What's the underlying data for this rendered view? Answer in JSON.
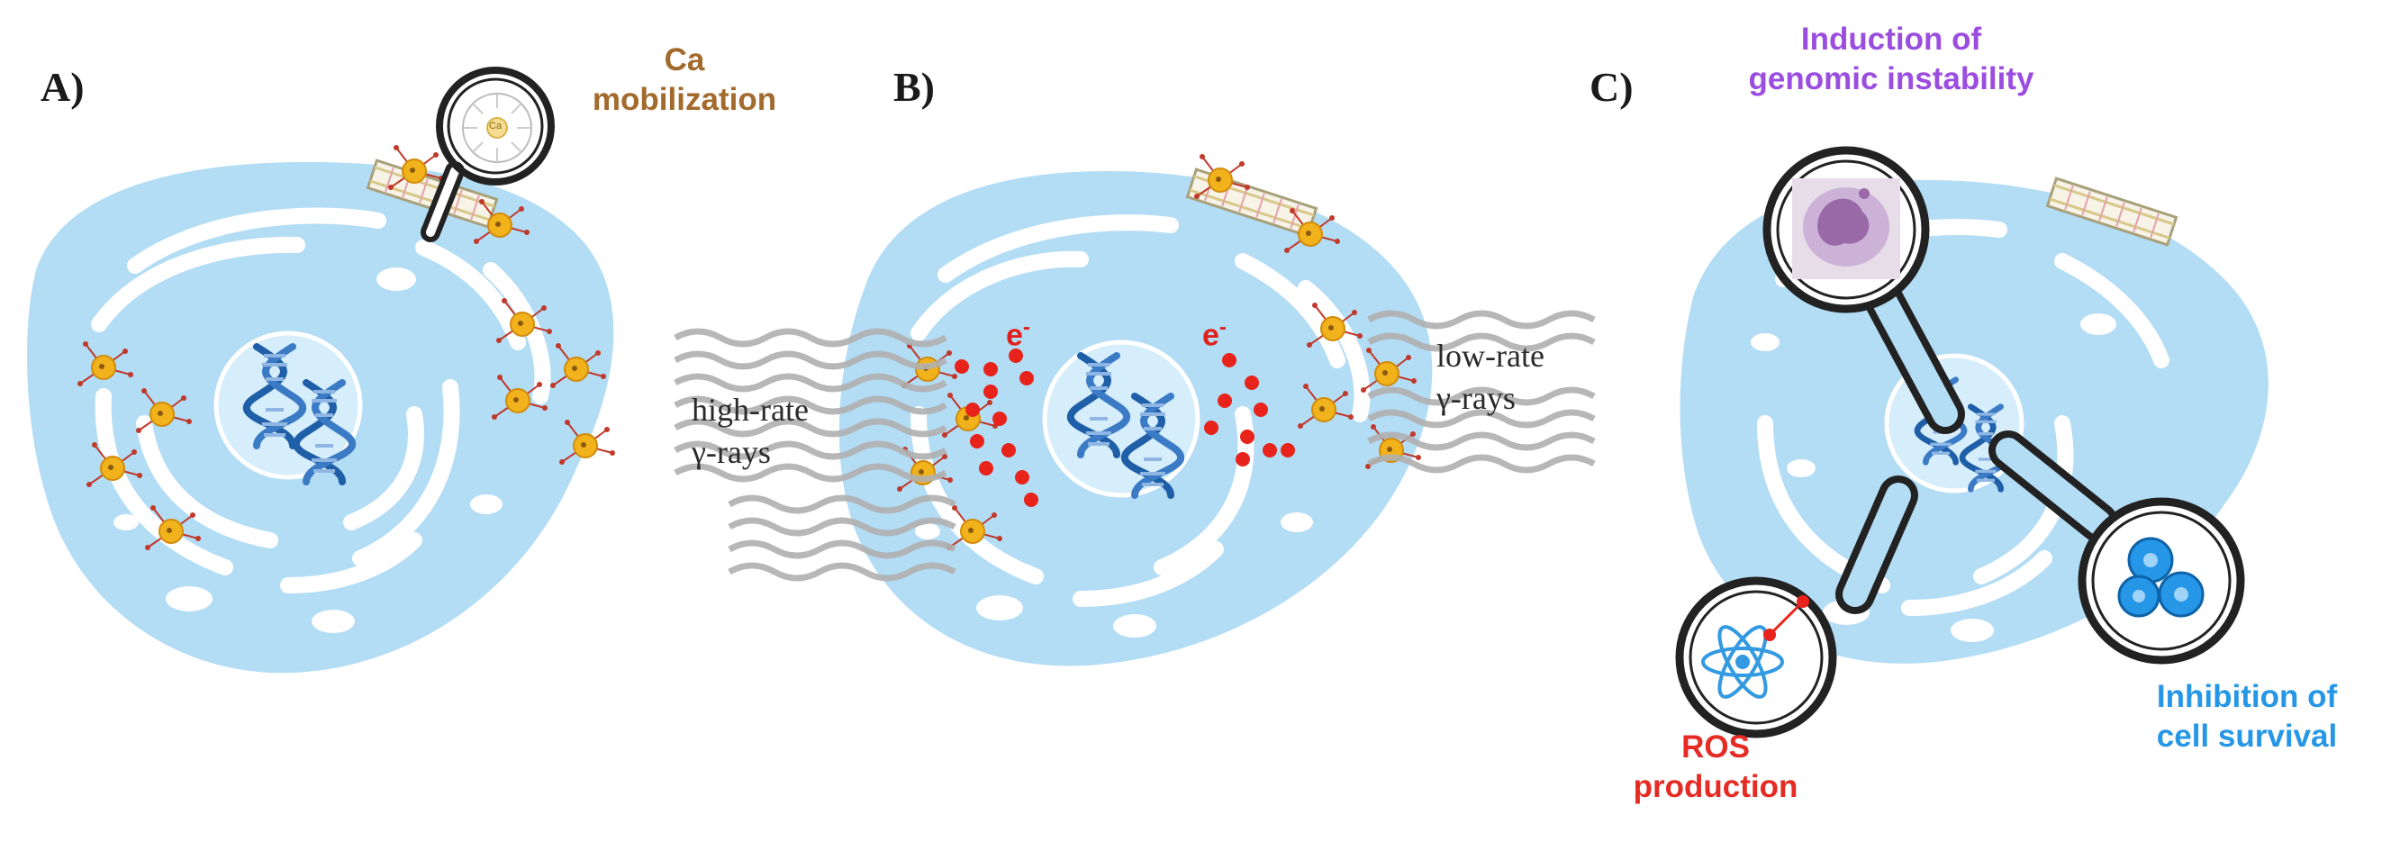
{
  "panels": {
    "a": {
      "label": "A)",
      "annotation_line1": "Ca",
      "annotation_line2": "mobilization",
      "calcium_symbol": "Ca"
    },
    "b": {
      "label": "B)",
      "electron_symbol": "e",
      "electron_superscript": "-",
      "high_rate_line1": "high-rate",
      "high_rate_line2": "γ-rays",
      "low_rate_line1": "low-rate",
      "low_rate_line2": "γ-rays"
    },
    "c": {
      "label": "C)",
      "genomic_line1": "Induction of",
      "genomic_line2": "genomic instability",
      "ros_line1": "ROS",
      "ros_line2": "production",
      "survival_line1": "Inhibition of",
      "survival_line2": "cell survival"
    }
  },
  "colors": {
    "cell": "#b3dcf5",
    "cell_edge": "#c9e7f9",
    "dna": "#1f5fa8",
    "receptor": "#f1b21a",
    "electron": "#e8231c",
    "wave": "#b0b0b0",
    "ca_text": "#a26a2c",
    "genomic_text": "#9b4de0",
    "ros_text": "#e52b24",
    "survival_text": "#2696e6",
    "magnifier": "#222222"
  }
}
